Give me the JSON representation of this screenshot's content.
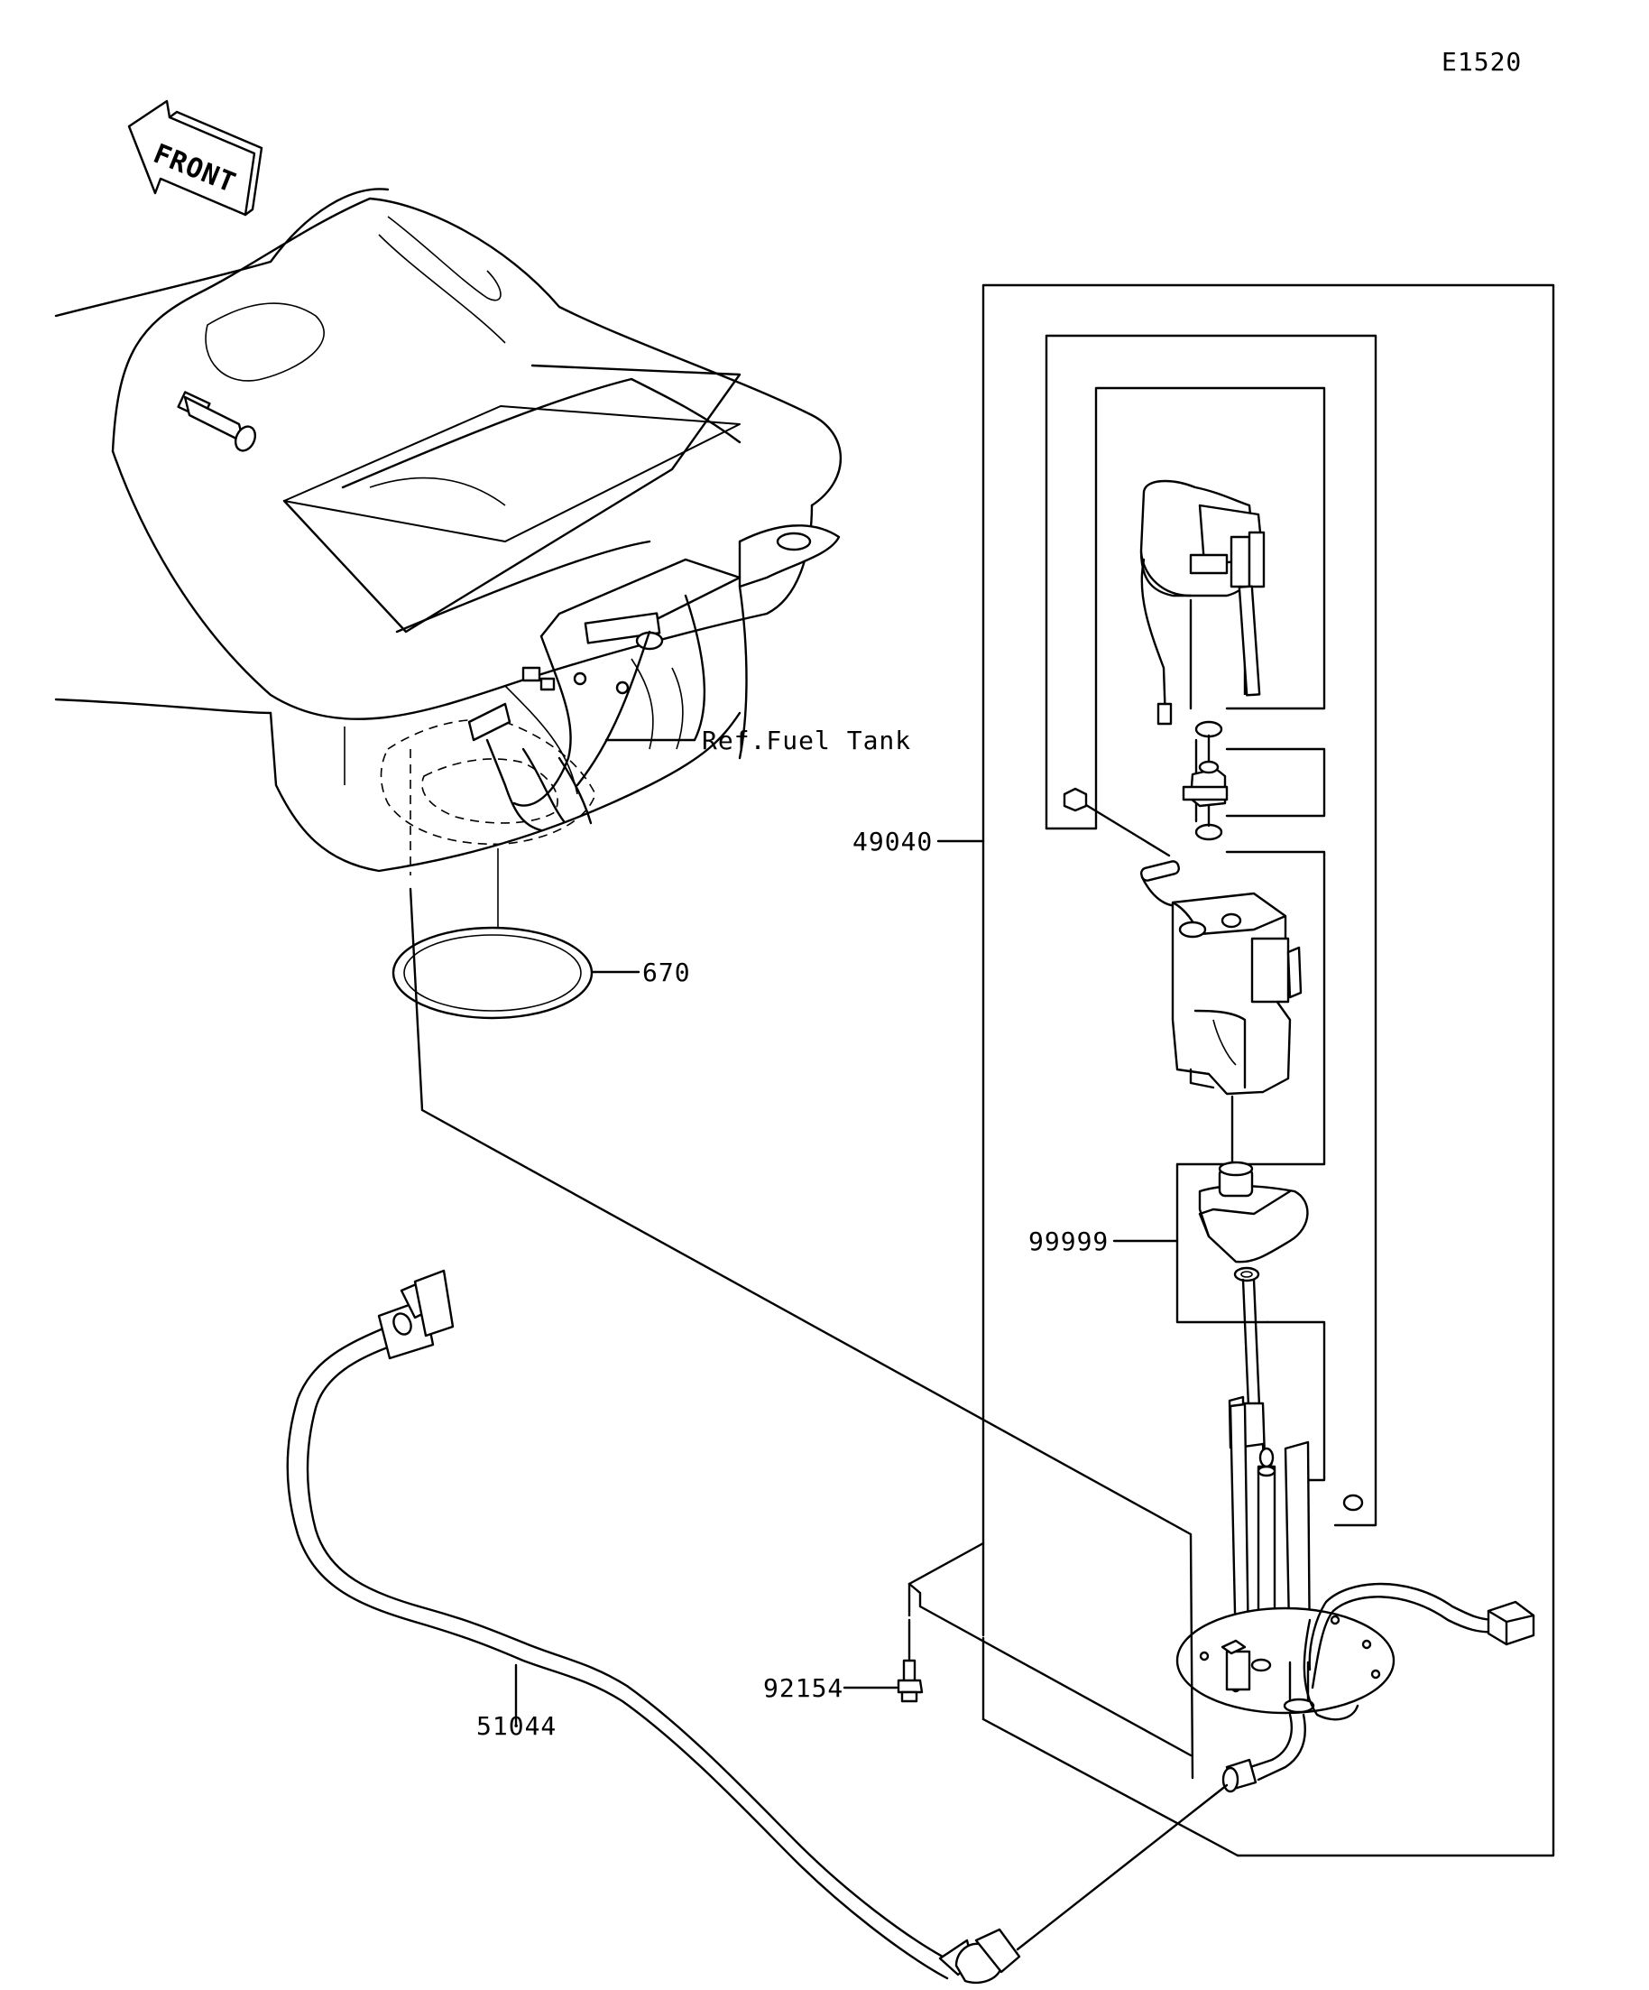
{
  "diagram_code": "E1520",
  "front_label": "FRONT",
  "labels": {
    "ref_fuel_tank": "Ref.Fuel Tank",
    "gasket": "670",
    "pump_assy": "49040",
    "filter": "99999",
    "bolt": "92154",
    "hose": "51044"
  }
}
